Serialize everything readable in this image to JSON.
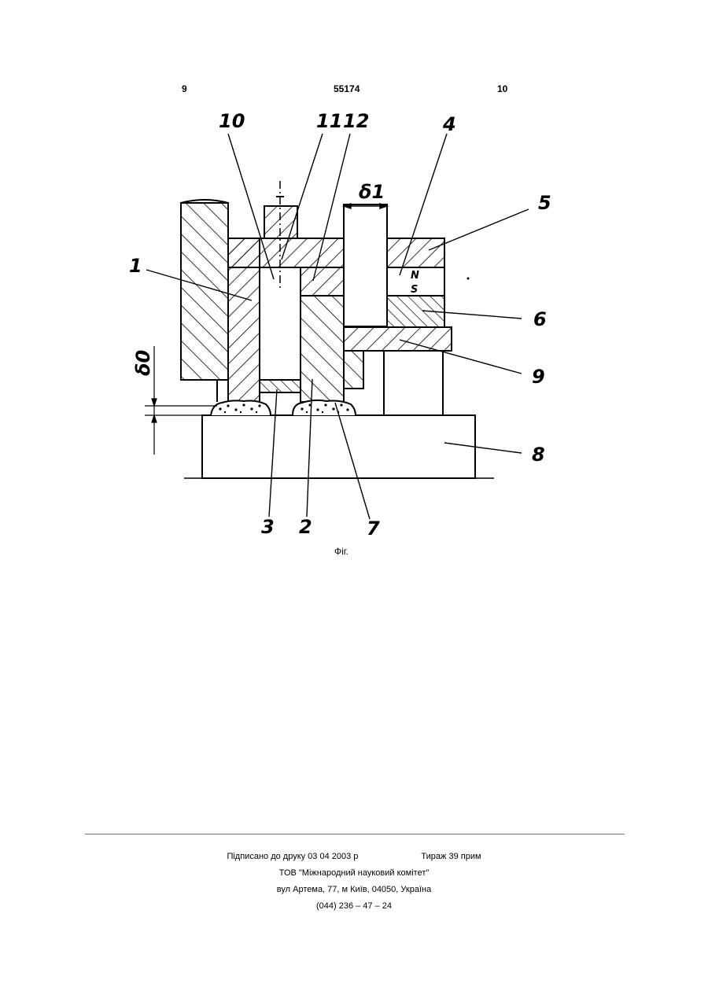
{
  "header": {
    "left_page": "9",
    "patent_number": "55174",
    "right_page": "10"
  },
  "figure": {
    "labels": {
      "l1": "1",
      "l2": "2",
      "l3": "3",
      "l4": "4",
      "l5": "5",
      "l6": "6",
      "l7": "7",
      "l8": "8",
      "l9": "9",
      "l10": "10",
      "l11": "11",
      "l12": "12"
    },
    "pole_north": "N",
    "pole_south": "S",
    "gap_delta_1": "δ1",
    "gap_delta_0": "δ0",
    "caption": "Фіг."
  },
  "footer": {
    "signed": "Підписано до друку 03 04 2003 р",
    "circulation": "Тираж 39 прим",
    "company": "ТОВ \"Міжнародний науковий комітет\"",
    "address": "вул  Артема, 77, м  Київ, 04050, Україна",
    "phone": "(044) 236 – 47 – 24"
  }
}
